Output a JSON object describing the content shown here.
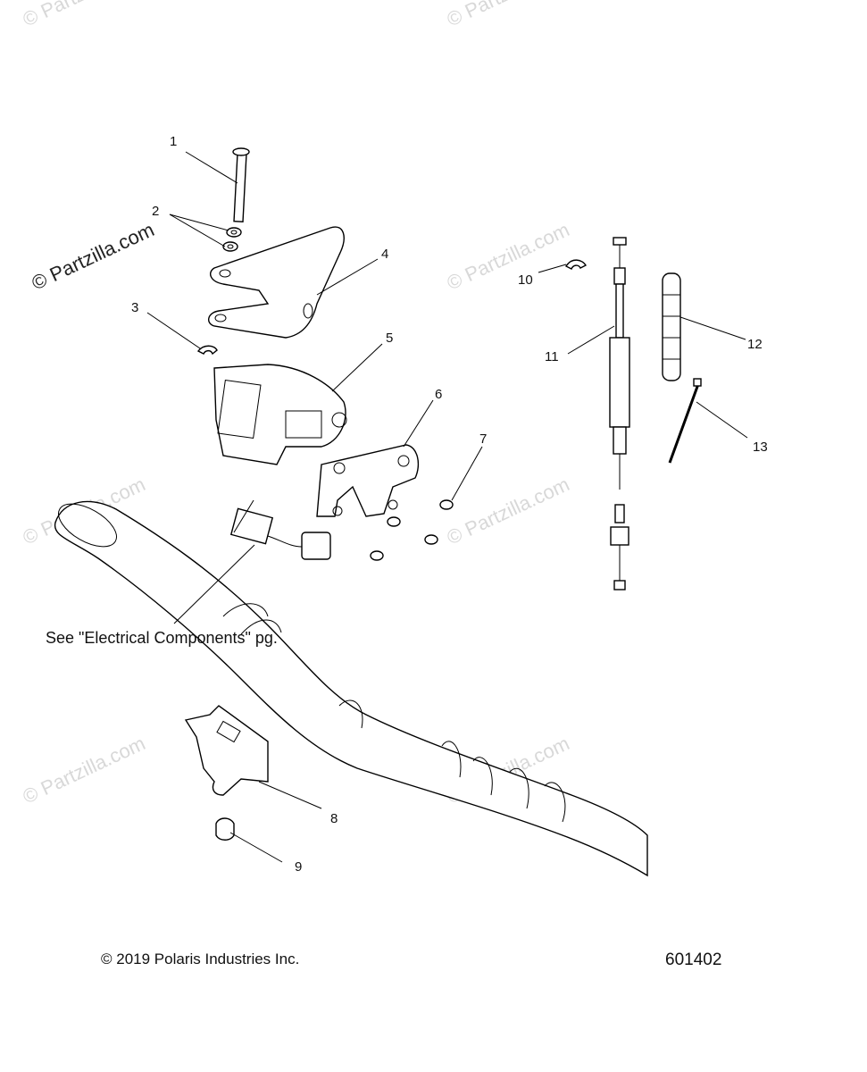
{
  "watermarks": [
    "© Partzilla.com"
  ],
  "callouts": {
    "c1": "1",
    "c2": "2",
    "c3": "3",
    "c4": "4",
    "c5": "5",
    "c6": "6",
    "c7": "7",
    "c8": "8",
    "c9": "9",
    "c10": "10",
    "c11": "11",
    "c12": "12",
    "c13": "13"
  },
  "note": "See \"Electrical Components\" pg.",
  "copyright": "© 2019 Polaris Industries Inc.",
  "doc_number": "601402"
}
